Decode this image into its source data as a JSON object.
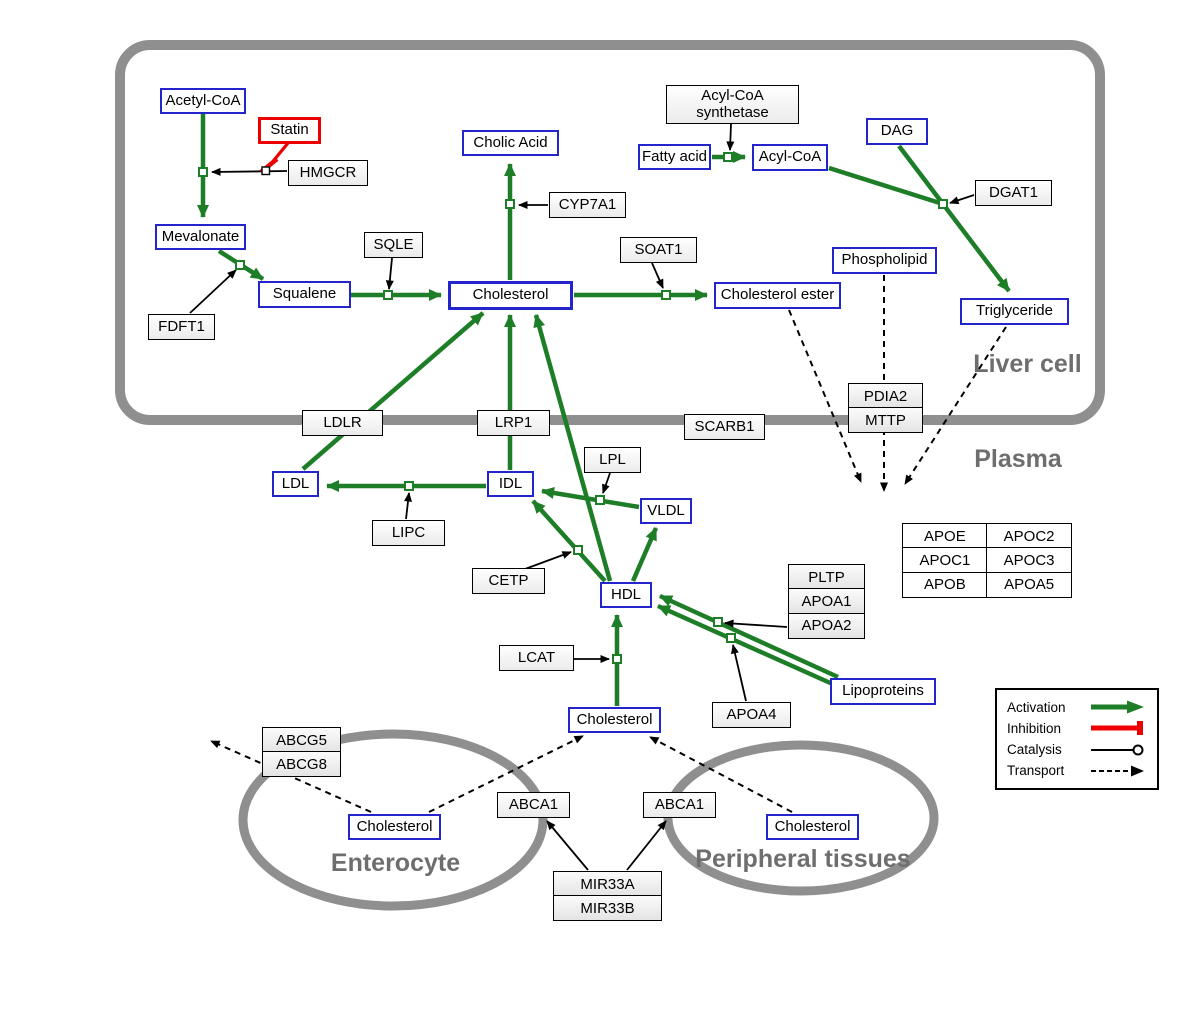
{
  "regions": {
    "liver_cell": "Liver cell",
    "plasma": "Plasma",
    "enterocyte": "Enterocyte",
    "peripheral_tissues": "Peripheral tissues"
  },
  "nodes": {
    "acetyl_coa": {
      "label": "Acetyl-CoA",
      "type": "metabolite"
    },
    "statin": {
      "label": "Statin",
      "type": "drug"
    },
    "hmgcr": {
      "label": "HMGCR",
      "type": "gene"
    },
    "mevalonate": {
      "label": "Mevalonate",
      "type": "metabolite"
    },
    "fdft1": {
      "label": "FDFT1",
      "type": "gene"
    },
    "squalene": {
      "label": "Squalene",
      "type": "metabolite"
    },
    "sqle": {
      "label": "SQLE",
      "type": "gene"
    },
    "cholesterol_liver": {
      "label": "Cholesterol",
      "type": "metabolite"
    },
    "cholic_acid": {
      "label": "Cholic Acid",
      "type": "metabolite"
    },
    "cyp7a1": {
      "label": "CYP7A1",
      "type": "gene"
    },
    "soat1": {
      "label": "SOAT1",
      "type": "gene"
    },
    "cholesterol_ester": {
      "label": "Cholesterol ester",
      "type": "metabolite"
    },
    "acyl_coa_synthetase": {
      "label": "Acyl-CoA synthetase",
      "type": "gene"
    },
    "fatty_acid": {
      "label": "Fatty acid",
      "type": "metabolite"
    },
    "acyl_coa": {
      "label": "Acyl-CoA",
      "type": "metabolite"
    },
    "dag": {
      "label": "DAG",
      "type": "metabolite"
    },
    "dgat1": {
      "label": "DGAT1",
      "type": "gene"
    },
    "phospholipid": {
      "label": "Phospholipid",
      "type": "metabolite"
    },
    "triglyceride": {
      "label": "Triglyceride",
      "type": "metabolite"
    },
    "ldlr": {
      "label": "LDLR",
      "type": "gene"
    },
    "lrp1": {
      "label": "LRP1",
      "type": "gene"
    },
    "scarb1": {
      "label": "SCARB1",
      "type": "gene"
    },
    "ldl": {
      "label": "LDL",
      "type": "metabolite"
    },
    "idl": {
      "label": "IDL",
      "type": "metabolite"
    },
    "vldl": {
      "label": "VLDL",
      "type": "metabolite"
    },
    "lpl": {
      "label": "LPL",
      "type": "gene"
    },
    "lipc": {
      "label": "LIPC",
      "type": "gene"
    },
    "cetp": {
      "label": "CETP",
      "type": "gene"
    },
    "hdl": {
      "label": "HDL",
      "type": "metabolite"
    },
    "lcat": {
      "label": "LCAT",
      "type": "gene"
    },
    "apoa4": {
      "label": "APOA4",
      "type": "gene"
    },
    "lipoproteins": {
      "label": "Lipoproteins",
      "type": "metabolite"
    },
    "cholesterol_plasma": {
      "label": "Cholesterol",
      "type": "metabolite"
    },
    "abca1_enterocyte": {
      "label": "ABCA1",
      "type": "gene"
    },
    "abca1_peripheral": {
      "label": "ABCA1",
      "type": "gene"
    },
    "cholesterol_enterocyte": {
      "label": "Cholesterol",
      "type": "metabolite"
    },
    "cholesterol_peripheral": {
      "label": "Cholesterol",
      "type": "metabolite"
    }
  },
  "stacks": {
    "pdia2_mttp": {
      "rows": [
        "PDIA2",
        "MTTP"
      ]
    },
    "pltp_apoa1_apoa2": {
      "rows": [
        "PLTP",
        "APOA1",
        "APOA2"
      ]
    },
    "abcg5_abcg8": {
      "rows": [
        "ABCG5",
        "ABCG8"
      ]
    },
    "mir33": {
      "rows": [
        "MIR33A",
        "MIR33B"
      ]
    }
  },
  "apo_table": {
    "rows": [
      [
        "APOE",
        "APOC2"
      ],
      [
        "APOC1",
        "APOC3"
      ],
      [
        "APOB",
        "APOA5"
      ]
    ]
  },
  "legend": {
    "items": [
      {
        "label": "Activation",
        "type": "activation"
      },
      {
        "label": "Inhibition",
        "type": "inhibition"
      },
      {
        "label": "Catalysis",
        "type": "catalysis"
      },
      {
        "label": "Transport",
        "type": "transport"
      }
    ]
  },
  "edges": [
    {
      "type": "activation",
      "from": "Acetyl-CoA",
      "to": "Mevalonate",
      "catalyst": "HMGCR"
    },
    {
      "type": "inhibition",
      "from": "Statin",
      "to": "HMGCR"
    },
    {
      "type": "activation",
      "from": "Mevalonate",
      "to": "Squalene",
      "catalyst": "FDFT1"
    },
    {
      "type": "activation",
      "from": "Squalene",
      "to": "Cholesterol",
      "catalyst": "SQLE"
    },
    {
      "type": "activation",
      "from": "Cholesterol",
      "to": "Cholic Acid",
      "catalyst": "CYP7A1"
    },
    {
      "type": "activation",
      "from": "Cholesterol",
      "to": "Cholesterol ester",
      "catalyst": "SOAT1"
    },
    {
      "type": "activation",
      "from": "Fatty acid",
      "to": "Acyl-CoA",
      "catalyst": "Acyl-CoA synthetase"
    },
    {
      "type": "activation",
      "from": "Acyl-CoA",
      "to": "Triglyceride",
      "catalyst": "DGAT1"
    },
    {
      "type": "activation",
      "from": "DAG",
      "to": "Triglyceride",
      "catalyst": "DGAT1"
    },
    {
      "type": "activation",
      "from": "LDL",
      "to": "Cholesterol",
      "via": "LDLR"
    },
    {
      "type": "activation",
      "from": "IDL",
      "to": "Cholesterol",
      "via": "LRP1"
    },
    {
      "type": "activation",
      "from": "HDL",
      "to": "Cholesterol",
      "via": "SCARB1"
    },
    {
      "type": "activation",
      "from": "IDL",
      "to": "LDL",
      "catalyst": "LIPC"
    },
    {
      "type": "activation",
      "from": "VLDL",
      "to": "IDL",
      "catalyst": "LPL"
    },
    {
      "type": "activation",
      "from": "HDL",
      "to": "IDL",
      "catalyst": "CETP"
    },
    {
      "type": "activation",
      "from": "HDL",
      "to": "VLDL"
    },
    {
      "type": "activation",
      "from": "Lipoproteins",
      "to": "HDL",
      "catalyst": "PLTP, APOA1, APOA2"
    },
    {
      "type": "activation",
      "from": "Lipoproteins",
      "to": "HDL",
      "catalyst": "APOA4"
    },
    {
      "type": "activation",
      "from": "Cholesterol (plasma)",
      "to": "HDL",
      "catalyst": "LCAT"
    },
    {
      "type": "transport",
      "from": "Cholesterol ester",
      "to": "Plasma",
      "via": "PDIA2, MTTP"
    },
    {
      "type": "transport",
      "from": "Phospholipid",
      "to": "Plasma",
      "via": "PDIA2, MTTP"
    },
    {
      "type": "transport",
      "from": "Triglyceride",
      "to": "Plasma",
      "via": "PDIA2, MTTP"
    },
    {
      "type": "transport",
      "from": "Cholesterol (enterocyte)",
      "to": "(extracellular)",
      "via": "ABCG5, ABCG8"
    },
    {
      "type": "transport",
      "from": "Cholesterol (enterocyte)",
      "to": "Cholesterol (plasma)",
      "via": "ABCA1"
    },
    {
      "type": "transport",
      "from": "Cholesterol (peripheral tissues)",
      "to": "Cholesterol (plasma)",
      "via": "ABCA1"
    },
    {
      "type": "catalysis",
      "from": "MIR33A, MIR33B",
      "to": "ABCA1"
    }
  ],
  "colors": {
    "activation_green": "#1e7e28",
    "inhibition_red": "#ec0000",
    "metabolite_blue": "#2424cc",
    "membrane_gray": "#8f8f8f"
  }
}
